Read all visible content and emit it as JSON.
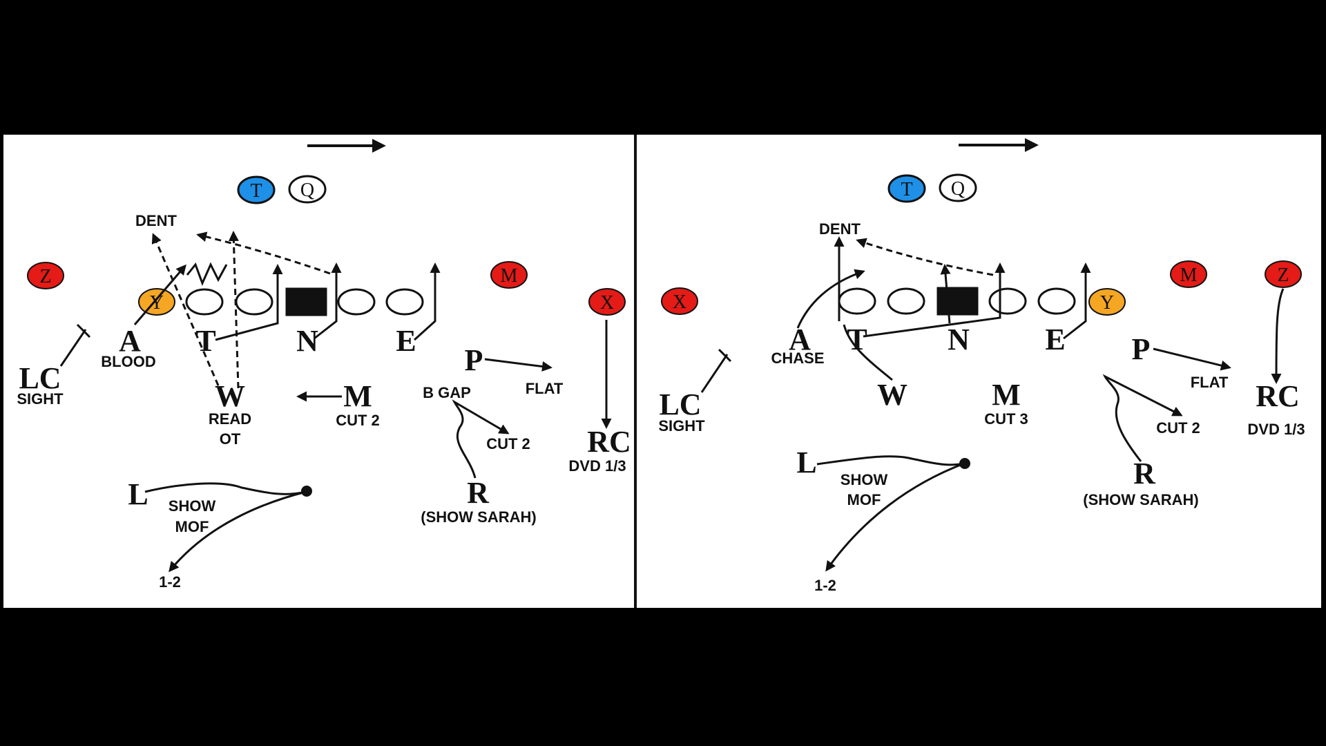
{
  "colors": {
    "red": "#e41b17",
    "blue": "#1e90e8",
    "yellow": "#f5a623",
    "white": "#ffffff",
    "ink": "#111111"
  },
  "panels": [
    {
      "offense": [
        {
          "label": "T",
          "color": "#1e90e8"
        },
        {
          "label": "Q",
          "color": "#ffffff"
        },
        {
          "label": "Z",
          "color": "#e41b17"
        },
        {
          "label": "M",
          "color": "#e41b17"
        },
        {
          "label": "X",
          "color": "#e41b17"
        },
        {
          "label": "Y",
          "color": "#f5a623"
        }
      ],
      "defense": [
        {
          "letter": "LC",
          "note": "SIGHT"
        },
        {
          "letter": "A",
          "note": "BLOOD"
        },
        {
          "letter": "T",
          "note": ""
        },
        {
          "letter": "N",
          "note": ""
        },
        {
          "letter": "E",
          "note": ""
        },
        {
          "letter": "W",
          "note": "READ"
        },
        {
          "letter": "M",
          "note": "CUT 2"
        },
        {
          "letter": "P",
          "note": "FLAT"
        },
        {
          "letter": "R",
          "note": "(SHOW SARAH)"
        },
        {
          "letter": "RC",
          "note": "DVD 1/3"
        },
        {
          "letter": "L",
          "note": "SHOW"
        }
      ],
      "labels": {
        "dent": "DENT",
        "read_ot": "OT",
        "b_gap": "B GAP",
        "r_cut": "CUT 2",
        "mof": "MOF",
        "l_drop": "1-2"
      }
    },
    {
      "offense": [
        {
          "label": "T",
          "color": "#1e90e8"
        },
        {
          "label": "Q",
          "color": "#ffffff"
        },
        {
          "label": "X",
          "color": "#e41b17"
        },
        {
          "label": "Y",
          "color": "#f5a623"
        },
        {
          "label": "M",
          "color": "#e41b17"
        },
        {
          "label": "Z",
          "color": "#e41b17"
        }
      ],
      "defense": [
        {
          "letter": "LC",
          "note": "SIGHT"
        },
        {
          "letter": "A",
          "note": "CHASE"
        },
        {
          "letter": "T",
          "note": ""
        },
        {
          "letter": "N",
          "note": ""
        },
        {
          "letter": "E",
          "note": ""
        },
        {
          "letter": "W",
          "note": ""
        },
        {
          "letter": "M",
          "note": "CUT 3"
        },
        {
          "letter": "P",
          "note": "FLAT"
        },
        {
          "letter": "R",
          "note": "(SHOW SARAH)"
        },
        {
          "letter": "RC",
          "note": "DVD 1/3"
        },
        {
          "letter": "L",
          "note": "SHOW"
        }
      ],
      "labels": {
        "dent": "DENT",
        "r_cut": "CUT 2",
        "mof": "MOF",
        "l_drop": "1-2"
      }
    }
  ]
}
